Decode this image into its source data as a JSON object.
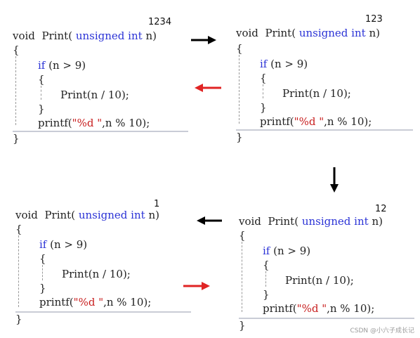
{
  "code": {
    "signature_void": "void",
    "signature_name": "Print(",
    "signature_type": "unsigned int",
    "signature_param": "n)",
    "brace_open": "{",
    "brace_close": "}",
    "if_kw": "if",
    "if_cond": "(n > 9)",
    "recursive_call": "Print(n / 10);",
    "printf_name": "printf(",
    "printf_fmt": "\"%d \"",
    "printf_args": ",n % 10);"
  },
  "steps": [
    {
      "label": "1234"
    },
    {
      "label": "123"
    },
    {
      "label": "12"
    },
    {
      "label": "1"
    }
  ],
  "arrows": {
    "call_color": "#000000",
    "return_color": "#e02424"
  },
  "watermark": "CSDN @小六子成长记"
}
